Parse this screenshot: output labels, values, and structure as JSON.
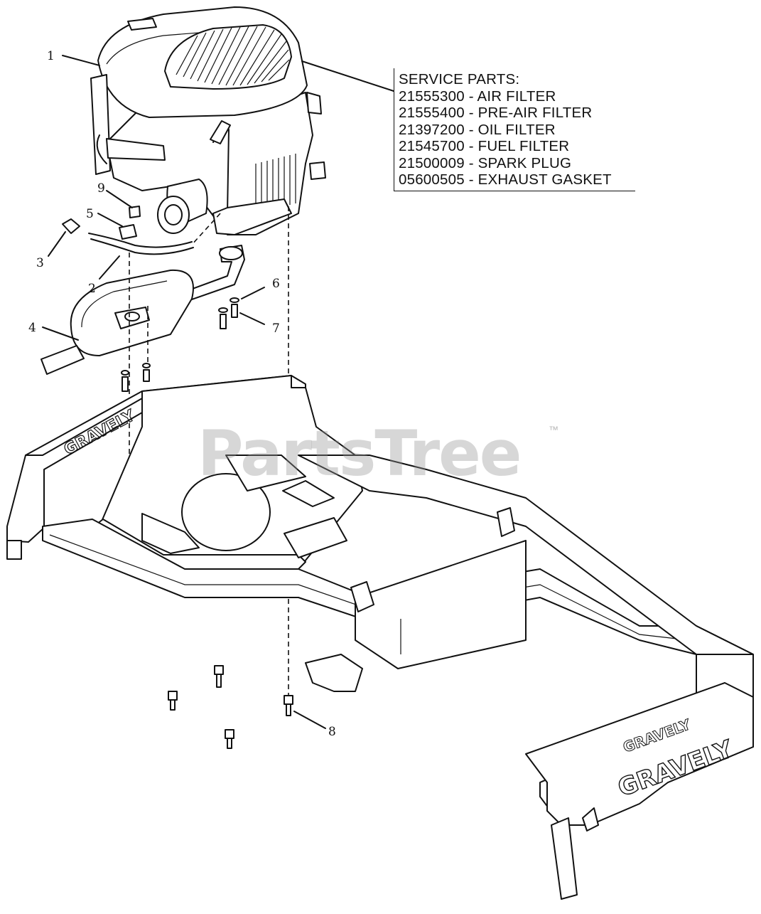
{
  "service_parts": {
    "heading": "SERVICE PARTS:",
    "items": [
      "21555300 - AIR FILTER",
      "21555400 - PRE-AIR FILTER",
      "21397200 - OIL FILTER",
      "21545700 - FUEL FILTER",
      "21500009 - SPARK PLUG",
      "05600505 - EXHAUST GASKET"
    ]
  },
  "callouts": [
    "1",
    "2",
    "3",
    "4",
    "5",
    "6",
    "7",
    "8",
    "9"
  ],
  "frame_brand": "GRAVELY",
  "watermark": "PartsTree",
  "trademark": "™"
}
